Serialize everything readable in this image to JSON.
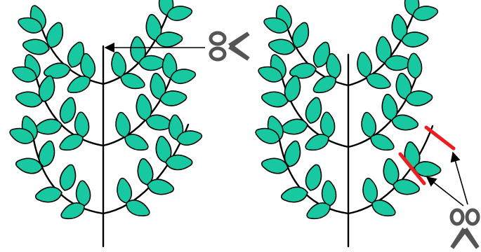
{
  "colors": {
    "leaf_fill": "#17c8a0",
    "stroke": "#000000",
    "cut_mark": "#ee1c1c",
    "scissors": "#555555"
  },
  "panels": [
    {
      "id": "left-plant",
      "description_icon": "scissors-icon",
      "cuts": [
        "main-stem-tip"
      ]
    },
    {
      "id": "right-plant",
      "description_icon": "scissors-icon",
      "cuts": [
        "side-branch-upper",
        "side-branch-lower"
      ]
    }
  ]
}
